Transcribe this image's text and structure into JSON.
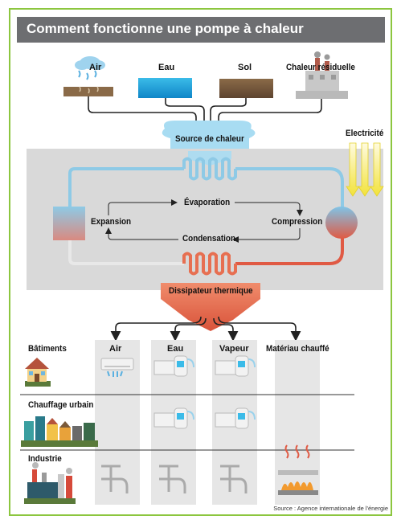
{
  "title": "Comment fonctionne une pompe à chaleur",
  "sources": {
    "air": "Air",
    "eau": "Eau",
    "sol": "Sol",
    "chaleur_residuelle": "Chaleur résiduelle",
    "box": "Source de chaleur"
  },
  "electricite": "Electricité",
  "cycle": {
    "evaporation": "Évaporation",
    "compression": "Compression",
    "condensation": "Condensation",
    "expansion": "Expansion"
  },
  "dissipateur": "Dissipateur thermique",
  "outputs": {
    "air": "Air",
    "eau": "Eau",
    "vapeur": "Vapeur",
    "materiau": "Matériau chauffé"
  },
  "rows": {
    "batiments": "Bâtiments",
    "chauffage_urbain": "Chauffage urbain",
    "industrie": "Industrie"
  },
  "source_note": "Source : Agence internationale de l'énergie",
  "colors": {
    "frame": "#8cc63f",
    "title_bar": "#6d6e71",
    "panel": "#d9d9d9",
    "cold": "#8ecae6",
    "hot": "#e76f51",
    "electric": "#f6e84a",
    "column": "#e6e6e6"
  },
  "icons": [
    "cloud-icon",
    "water-icon",
    "soil-icon",
    "factory-icon",
    "electricity-arrows-icon",
    "house-icon",
    "city-icon",
    "industry-icon",
    "air-unit-icon",
    "water-heater-icon",
    "pipe-icon",
    "flame-icon"
  ]
}
